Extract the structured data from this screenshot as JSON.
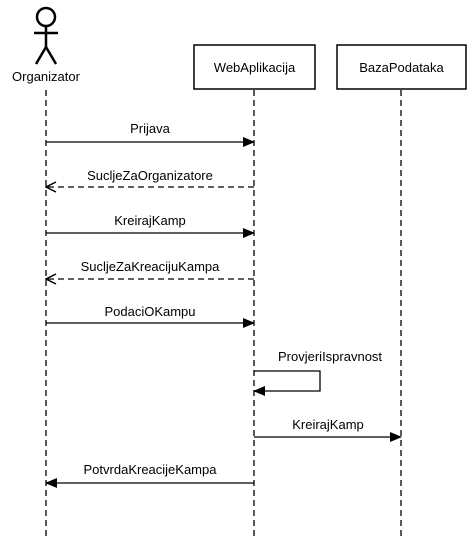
{
  "participants": {
    "actor": {
      "label": "Organizator",
      "icon": "stick-figure-actor-icon"
    },
    "webapp": {
      "label": "WebAplikacija"
    },
    "db": {
      "label": "BazaPodataka"
    }
  },
  "messages": [
    {
      "label": "Prijava",
      "from": "actor",
      "to": "webapp",
      "style": "solid"
    },
    {
      "label": "SucljeZaOrganizatore",
      "from": "webapp",
      "to": "actor",
      "style": "dashed"
    },
    {
      "label": "KreirajKamp",
      "from": "actor",
      "to": "webapp",
      "style": "solid"
    },
    {
      "label": "SucljeZaKreacijuKampa",
      "from": "webapp",
      "to": "actor",
      "style": "dashed"
    },
    {
      "label": "PodaciOKampu",
      "from": "actor",
      "to": "webapp",
      "style": "solid"
    },
    {
      "label": "ProvjeriIspravnost",
      "from": "webapp",
      "to": "webapp",
      "style": "self"
    },
    {
      "label": "KreirajKamp",
      "from": "webapp",
      "to": "db",
      "style": "solid"
    },
    {
      "label": "PotvrdaKreacijeKampa",
      "from": "webapp",
      "to": "actor",
      "style": "solid"
    }
  ],
  "colors": {
    "line": "#000000",
    "background": "#ffffff"
  }
}
